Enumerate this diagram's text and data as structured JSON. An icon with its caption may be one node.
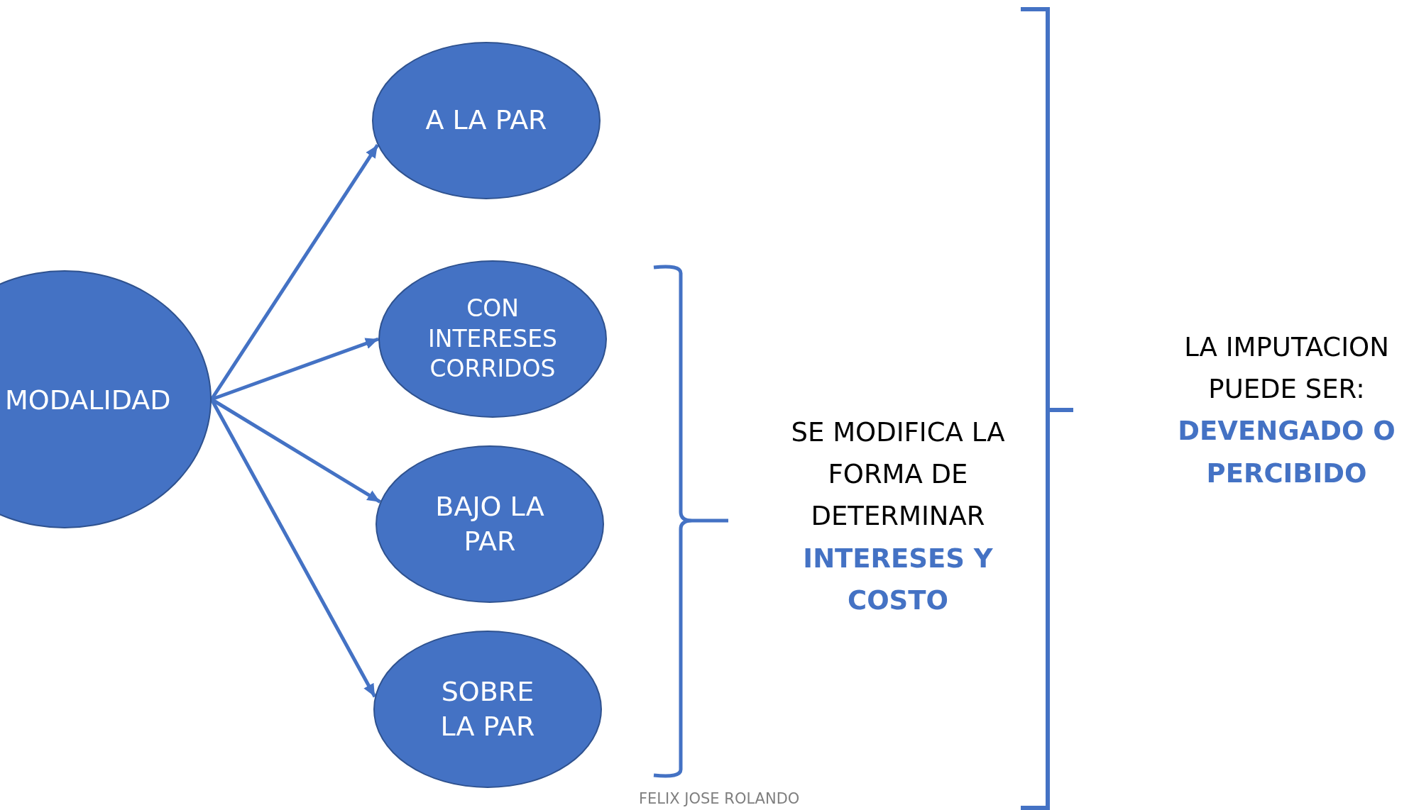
{
  "diagram": {
    "nodes": [
      {
        "text": [
          "MODALIDAD"
        ]
      },
      {
        "text": [
          "A LA PAR"
        ]
      },
      {
        "text": [
          "CON INTERESES CORRIDOS"
        ]
      },
      {
        "text": [
          "BAJO LA PAR"
        ]
      },
      {
        "text": [
          "SOBRE LA PAR"
        ]
      }
    ],
    "edges": [
      {
        "from": 0,
        "to": 1,
        "arrow": "to"
      },
      {
        "from": 0,
        "to": 2,
        "arrow": "to"
      },
      {
        "from": 0,
        "to": 3,
        "arrow": "to"
      },
      {
        "from": 0,
        "to": 4,
        "arrow": "to"
      }
    ],
    "labels": [
      "SE MODIFICA LA FORMA DE DETERMINAR **INTERESES Y COSTO**",
      "LA IMPUTACION PUEDE SER: **DEVENGADO O PERCIBIDO**",
      "FELIX JOSE ROLANDO"
    ]
  }
}
